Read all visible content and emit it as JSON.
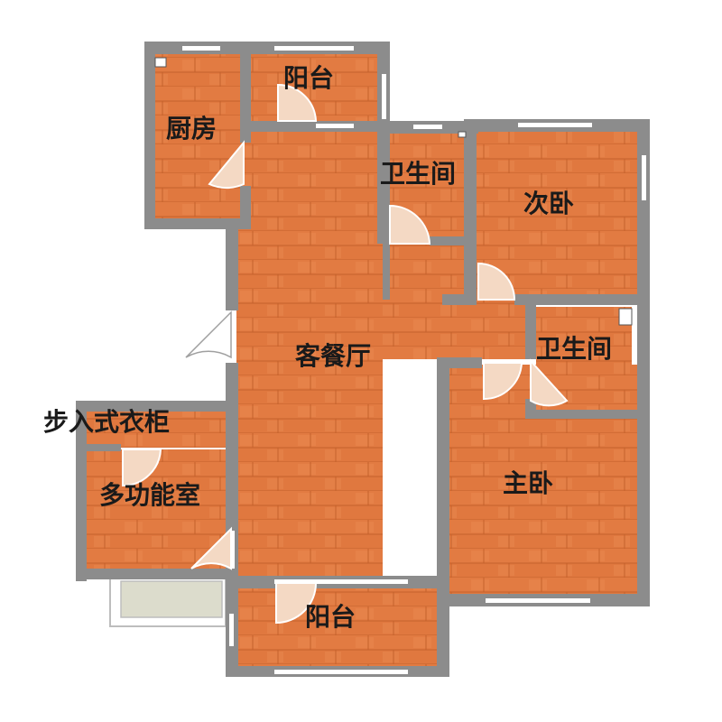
{
  "colors": {
    "wall": "#8c8c8c",
    "floor": "#e0783f",
    "plank_line": "#c4622c",
    "plank_light": "#ea8a4f",
    "window": "#ffffff",
    "door_swing": "#f4d9c4",
    "label": "#1a1a1a",
    "planter": "#dcdccc"
  },
  "rooms": {
    "kitchen": "厨房",
    "balcony_top": "阳台",
    "bathroom_1": "卫生间",
    "second_bedroom": "次卧",
    "living_dining": "客餐厅",
    "bathroom_2": "卫生间",
    "walk_in_closet": "步入式衣柜",
    "multi_function": "多功能室",
    "master_bedroom": "主卧",
    "balcony_bottom": "阳台"
  }
}
